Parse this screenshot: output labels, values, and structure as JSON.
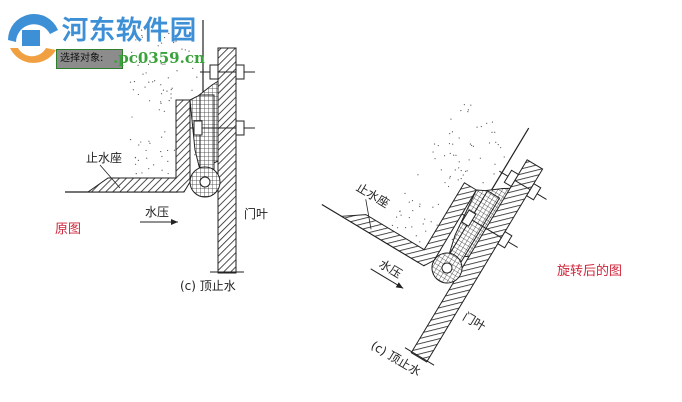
{
  "watermark": {
    "site_name": "河东软件园",
    "url": ".pc0359.cn",
    "logo": "hedong-house-logo"
  },
  "tooltip": {
    "text": "选择对象:"
  },
  "original": {
    "caption": "原图",
    "seal_label": "止水座",
    "pressure_label": "水压",
    "leaf_label": "门叶",
    "figure_label": "(c) 顶止水"
  },
  "rotated": {
    "caption": "旋转后的图",
    "seal_label": "止水座",
    "pressure_label": "水压",
    "leaf_label": "门叶",
    "figure_label": "(c) 顶止水"
  },
  "colors": {
    "caption": "#d0243a",
    "watermark": "#3d8fd6",
    "url": "#3aa23a"
  }
}
